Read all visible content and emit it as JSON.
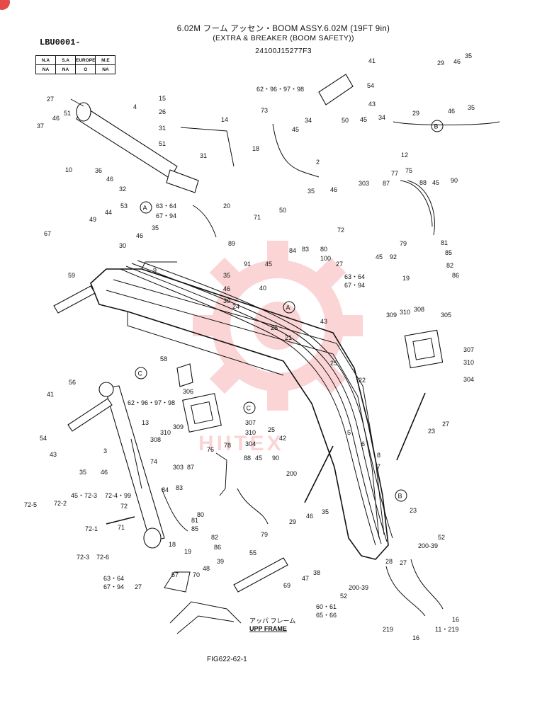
{
  "header": {
    "title_line1": "6.02M フーム アッセン・BOOM ASSY.6.02M (19FT 9in)",
    "title_line2": "(EXTRA & BREAKER (BOOM SAFETY))",
    "part_number": "24100J15277F3",
    "model_code": "LBU0001-"
  },
  "market_table": {
    "headers": [
      "N.A",
      "S.A",
      "EUROPE",
      "M.E"
    ],
    "values": [
      "NA",
      "NA",
      "O",
      "NA"
    ]
  },
  "callouts": {
    "A": "A",
    "B": "B",
    "C": "C"
  },
  "frame_label": {
    "jp": "アッパ フレーム",
    "en": "UPP FRAME"
  },
  "watermark": "HIITEX",
  "figure_number": "FIG622-62-1",
  "colors": {
    "ink": "#111111",
    "watermark": "#f26b6b",
    "corner_badge": "#e34a4a"
  },
  "part_labels": [
    {
      "id": "p1",
      "text": "27"
    },
    {
      "id": "p2",
      "text": "4"
    },
    {
      "id": "p3",
      "text": "15"
    },
    {
      "id": "p4",
      "text": "26"
    },
    {
      "id": "p5",
      "text": "31"
    },
    {
      "id": "p6",
      "text": "14"
    },
    {
      "id": "p7",
      "text": "51"
    },
    {
      "id": "p8",
      "text": "31"
    },
    {
      "id": "p9",
      "text": "37"
    },
    {
      "id": "p10",
      "text": "46"
    },
    {
      "id": "p11",
      "text": "51"
    },
    {
      "id": "p12",
      "text": "10"
    },
    {
      "id": "p13",
      "text": "36"
    },
    {
      "id": "p14",
      "text": "46"
    },
    {
      "id": "p15",
      "text": "32"
    },
    {
      "id": "p16",
      "text": "20"
    },
    {
      "id": "p17",
      "text": "53"
    },
    {
      "id": "p18",
      "text": "44"
    },
    {
      "id": "p19",
      "text": "49"
    },
    {
      "id": "p20",
      "text": "63・64"
    },
    {
      "id": "p21",
      "text": "67・94"
    },
    {
      "id": "p22",
      "text": "35"
    },
    {
      "id": "p23",
      "text": "46"
    },
    {
      "id": "p24",
      "text": "67"
    },
    {
      "id": "p25",
      "text": "30"
    },
    {
      "id": "p26",
      "text": "9"
    },
    {
      "id": "p27",
      "text": "59"
    },
    {
      "id": "p28",
      "text": "35"
    },
    {
      "id": "p29",
      "text": "46"
    },
    {
      "id": "p30",
      "text": "30"
    },
    {
      "id": "p31",
      "text": "24"
    },
    {
      "id": "p32",
      "text": "40"
    },
    {
      "id": "p33",
      "text": "41"
    },
    {
      "id": "p34",
      "text": "54"
    },
    {
      "id": "p35",
      "text": "62・96・97・98"
    },
    {
      "id": "p36",
      "text": "43"
    },
    {
      "id": "p37",
      "text": "73"
    },
    {
      "id": "p38",
      "text": "45"
    },
    {
      "id": "p39",
      "text": "34"
    },
    {
      "id": "p40",
      "text": "50"
    },
    {
      "id": "p41",
      "text": "45"
    },
    {
      "id": "p42",
      "text": "34"
    },
    {
      "id": "p43",
      "text": "18"
    },
    {
      "id": "p44",
      "text": "2"
    },
    {
      "id": "p45",
      "text": "12"
    },
    {
      "id": "p46",
      "text": "29"
    },
    {
      "id": "p47",
      "text": "46"
    },
    {
      "id": "p48",
      "text": "35"
    },
    {
      "id": "p49",
      "text": "29"
    },
    {
      "id": "p50",
      "text": "46"
    },
    {
      "id": "p51",
      "text": "35"
    },
    {
      "id": "p52",
      "text": "77"
    },
    {
      "id": "p53",
      "text": "75"
    },
    {
      "id": "p54",
      "text": "88"
    },
    {
      "id": "p55",
      "text": "45"
    },
    {
      "id": "p56",
      "text": "90"
    },
    {
      "id": "p57",
      "text": "35"
    },
    {
      "id": "p58",
      "text": "46"
    },
    {
      "id": "p59",
      "text": "303"
    },
    {
      "id": "p60",
      "text": "87"
    },
    {
      "id": "p61",
      "text": "50"
    },
    {
      "id": "p62",
      "text": "71"
    },
    {
      "id": "p63",
      "text": "72"
    },
    {
      "id": "p64",
      "text": "89"
    },
    {
      "id": "p65",
      "text": "84"
    },
    {
      "id": "p66",
      "text": "83"
    },
    {
      "id": "p67",
      "text": "80"
    },
    {
      "id": "p68",
      "text": "79"
    },
    {
      "id": "p69",
      "text": "81"
    },
    {
      "id": "p70",
      "text": "85"
    },
    {
      "id": "p71",
      "text": "82"
    },
    {
      "id": "p72",
      "text": "86"
    },
    {
      "id": "p73",
      "text": "91"
    },
    {
      "id": "p74",
      "text": "45"
    },
    {
      "id": "p75",
      "text": "100"
    },
    {
      "id": "p76",
      "text": "27"
    },
    {
      "id": "p77",
      "text": "45"
    },
    {
      "id": "p78",
      "text": "92"
    },
    {
      "id": "p79",
      "text": "19"
    },
    {
      "id": "p80",
      "text": "63・64"
    },
    {
      "id": "p81",
      "text": "67・94"
    },
    {
      "id": "p82",
      "text": "25"
    },
    {
      "id": "p83",
      "text": "21"
    },
    {
      "id": "p84",
      "text": "43"
    },
    {
      "id": "p85",
      "text": "309"
    },
    {
      "id": "p86",
      "text": "310"
    },
    {
      "id": "p87",
      "text": "308"
    },
    {
      "id": "p88",
      "text": "305"
    },
    {
      "id": "p89",
      "text": "307"
    },
    {
      "id": "p90",
      "text": "310"
    },
    {
      "id": "p91",
      "text": "304"
    },
    {
      "id": "p92",
      "text": "58"
    },
    {
      "id": "p93",
      "text": "25"
    },
    {
      "id": "p94",
      "text": "22"
    },
    {
      "id": "p95",
      "text": "56"
    },
    {
      "id": "p96",
      "text": "62・96・97・98"
    },
    {
      "id": "p97",
      "text": "41"
    },
    {
      "id": "p98",
      "text": "306"
    },
    {
      "id": "p99",
      "text": "307"
    },
    {
      "id": "p100",
      "text": "310"
    },
    {
      "id": "p101",
      "text": "304"
    },
    {
      "id": "p102",
      "text": "309"
    },
    {
      "id": "p103",
      "text": "310"
    },
    {
      "id": "p104",
      "text": "308"
    },
    {
      "id": "p105",
      "text": "25"
    },
    {
      "id": "p106",
      "text": "42"
    },
    {
      "id": "p107",
      "text": "23"
    },
    {
      "id": "p108",
      "text": "27"
    },
    {
      "id": "p109",
      "text": "54"
    },
    {
      "id": "p110",
      "text": "43"
    },
    {
      "id": "p111",
      "text": "13"
    },
    {
      "id": "p112",
      "text": "3"
    },
    {
      "id": "p113",
      "text": "76"
    },
    {
      "id": "p114",
      "text": "78"
    },
    {
      "id": "p115",
      "text": "88"
    },
    {
      "id": "p116",
      "text": "45"
    },
    {
      "id": "p117",
      "text": "90"
    },
    {
      "id": "p118",
      "text": "303"
    },
    {
      "id": "p119",
      "text": "87"
    },
    {
      "id": "p120",
      "text": "74"
    },
    {
      "id": "p121",
      "text": "35"
    },
    {
      "id": "p122",
      "text": "46"
    },
    {
      "id": "p123",
      "text": "45・72-3"
    },
    {
      "id": "p124",
      "text": "72-4・99"
    },
    {
      "id": "p125",
      "text": "84"
    },
    {
      "id": "p126",
      "text": "83"
    },
    {
      "id": "p127",
      "text": "72-5"
    },
    {
      "id": "p128",
      "text": "72-2"
    },
    {
      "id": "p129",
      "text": "72"
    },
    {
      "id": "p130",
      "text": "72-1"
    },
    {
      "id": "p131",
      "text": "71"
    },
    {
      "id": "p132",
      "text": "80"
    },
    {
      "id": "p133",
      "text": "81"
    },
    {
      "id": "p134",
      "text": "85"
    },
    {
      "id": "p135",
      "text": "82"
    },
    {
      "id": "p136",
      "text": "86"
    },
    {
      "id": "p137",
      "text": "79"
    },
    {
      "id": "p138",
      "text": "200"
    },
    {
      "id": "p139",
      "text": "5"
    },
    {
      "id": "p140",
      "text": "6"
    },
    {
      "id": "p141",
      "text": "8"
    },
    {
      "id": "p142",
      "text": "7"
    },
    {
      "id": "p143",
      "text": "29"
    },
    {
      "id": "p144",
      "text": "46"
    },
    {
      "id": "p145",
      "text": "35"
    },
    {
      "id": "p146",
      "text": "23"
    },
    {
      "id": "p147",
      "text": "52"
    },
    {
      "id": "p148",
      "text": "200-39"
    },
    {
      "id": "p149",
      "text": "72-3"
    },
    {
      "id": "p150",
      "text": "72-6"
    },
    {
      "id": "p151",
      "text": "18"
    },
    {
      "id": "p152",
      "text": "19"
    },
    {
      "id": "p153",
      "text": "63・64"
    },
    {
      "id": "p154",
      "text": "67・94"
    },
    {
      "id": "p155",
      "text": "27"
    },
    {
      "id": "p156",
      "text": "55"
    },
    {
      "id": "p157",
      "text": "57"
    },
    {
      "id": "p158",
      "text": "70"
    },
    {
      "id": "p159",
      "text": "48"
    },
    {
      "id": "p160",
      "text": "39"
    },
    {
      "id": "p161",
      "text": "69"
    },
    {
      "id": "p162",
      "text": "47"
    },
    {
      "id": "p163",
      "text": "38"
    },
    {
      "id": "p164",
      "text": "60・61"
    },
    {
      "id": "p165",
      "text": "65・66"
    },
    {
      "id": "p166",
      "text": "52"
    },
    {
      "id": "p167",
      "text": "200-39"
    },
    {
      "id": "p168",
      "text": "28"
    },
    {
      "id": "p169",
      "text": "27"
    },
    {
      "id": "p170",
      "text": "16"
    },
    {
      "id": "p171",
      "text": "219"
    },
    {
      "id": "p172",
      "text": "16"
    },
    {
      "id": "p173",
      "text": "11・219"
    }
  ]
}
